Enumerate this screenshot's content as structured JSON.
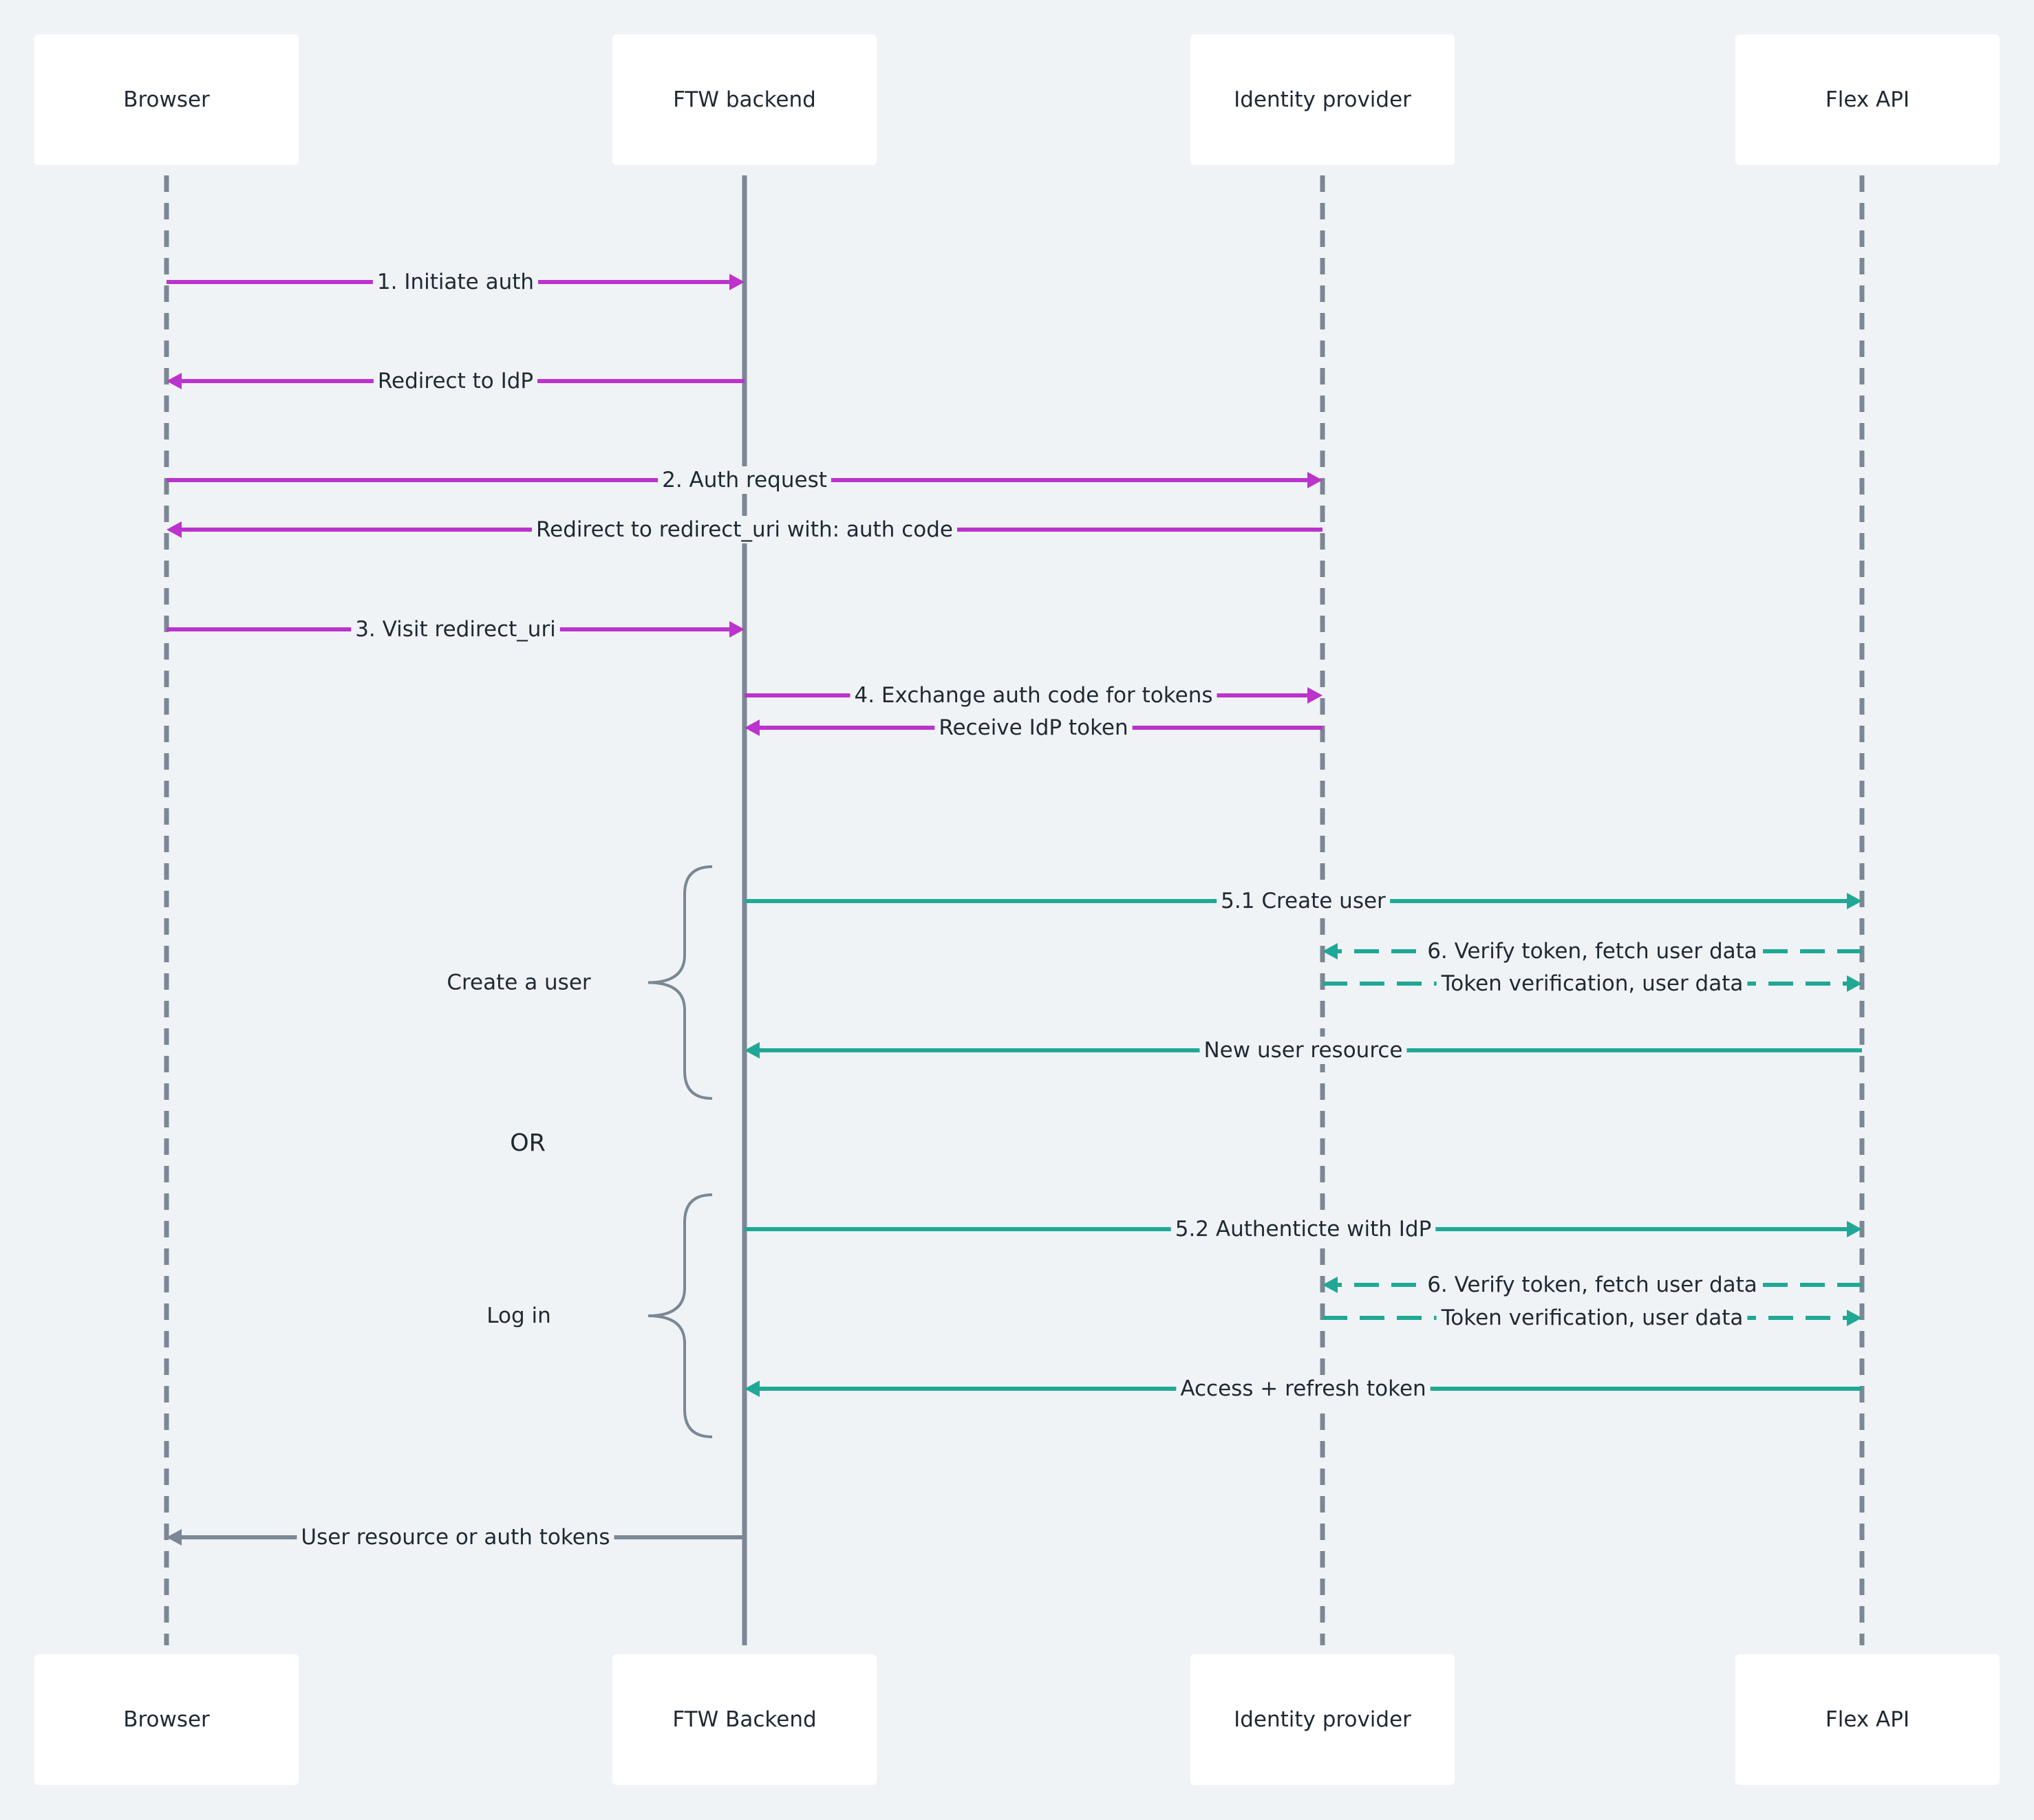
{
  "colors": {
    "background": "#f0f3f6",
    "box": "#ffffff",
    "lifeline": "#7b8794",
    "auth_flow": "#bb33cc",
    "api_flow": "#20a896",
    "response": "#7b8794",
    "text": "#1f2933"
  },
  "participants": [
    {
      "top": "Browser",
      "bottom": "Browser",
      "line_style": "dashed"
    },
    {
      "top": "FTW backend",
      "bottom": "FTW Backend",
      "line_style": "solid"
    },
    {
      "top": "Identity provider",
      "bottom": "Identity provider",
      "line_style": "dashed"
    },
    {
      "top": "Flex API",
      "bottom": "Flex API",
      "line_style": "dashed"
    }
  ],
  "messages": [
    {
      "label": "1. Initiate auth",
      "from": 0,
      "to": 1,
      "flow": "auth",
      "dashed": false
    },
    {
      "label": "Redirect to IdP",
      "from": 1,
      "to": 0,
      "flow": "auth",
      "dashed": false
    },
    {
      "label": "2. Auth request",
      "from": 0,
      "to": 2,
      "flow": "auth",
      "dashed": false
    },
    {
      "label": "Redirect to redirect_uri with: auth code",
      "from": 2,
      "to": 0,
      "flow": "auth",
      "dashed": false
    },
    {
      "label": "3. Visit redirect_uri",
      "from": 0,
      "to": 1,
      "flow": "auth",
      "dashed": false
    },
    {
      "label": "4. Exchange auth code for tokens",
      "from": 1,
      "to": 2,
      "flow": "auth",
      "dashed": false
    },
    {
      "label": "Receive IdP token",
      "from": 2,
      "to": 1,
      "flow": "auth",
      "dashed": false
    },
    {
      "label": "5.1 Create user",
      "from": 1,
      "to": 3,
      "flow": "api",
      "dashed": false
    },
    {
      "label": "6. Verify token, fetch user data",
      "from": 3,
      "to": 2,
      "flow": "api",
      "dashed": true
    },
    {
      "label": "Token verification, user data",
      "from": 2,
      "to": 3,
      "flow": "api",
      "dashed": true
    },
    {
      "label": "New user resource",
      "from": 3,
      "to": 1,
      "flow": "api",
      "dashed": false
    },
    {
      "label": "5.2 Authenticte with IdP",
      "from": 1,
      "to": 3,
      "flow": "api",
      "dashed": false
    },
    {
      "label": "6. Verify token, fetch user data",
      "from": 3,
      "to": 2,
      "flow": "api",
      "dashed": true
    },
    {
      "label": "Token verification, user data",
      "from": 2,
      "to": 3,
      "flow": "api",
      "dashed": true
    },
    {
      "label": "Access + refresh token",
      "from": 3,
      "to": 1,
      "flow": "api",
      "dashed": false
    },
    {
      "label": "User resource or auth tokens",
      "from": 1,
      "to": 0,
      "flow": "response",
      "dashed": false
    }
  ],
  "groups": [
    {
      "label": "Create a user",
      "first_message": 7,
      "last_message": 10
    },
    {
      "label": "Log in",
      "first_message": 11,
      "last_message": 14
    }
  ],
  "separator": "OR"
}
